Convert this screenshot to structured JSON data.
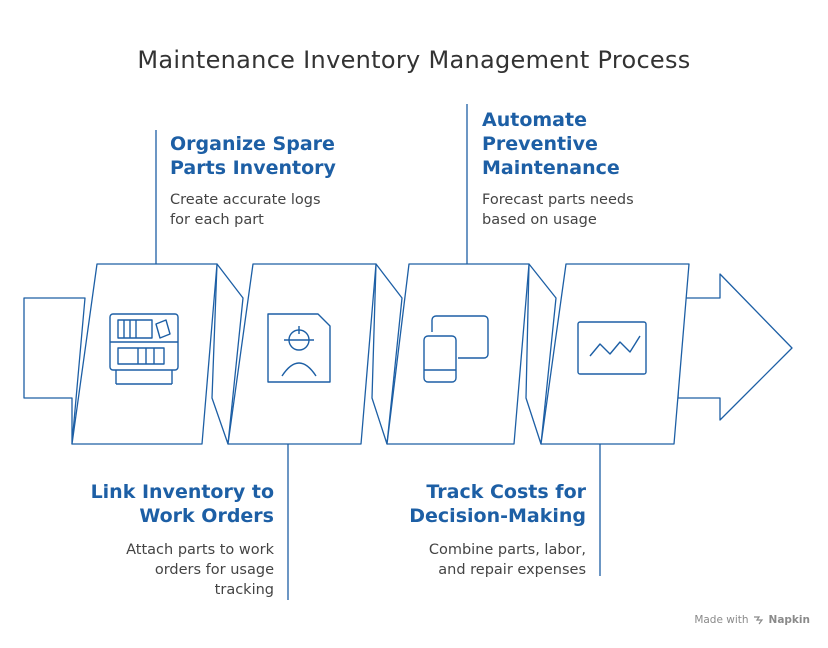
{
  "title": "Maintenance Inventory Management Process",
  "steps": [
    {
      "heading": "Organize Spare\nParts Inventory",
      "description": "Create accurate logs\nfor each part",
      "icon": "shelf-inventory-icon"
    },
    {
      "heading": "Link Inventory to\nWork Orders",
      "description": "Attach parts to work\norders for usage\ntracking",
      "icon": "worker-document-icon"
    },
    {
      "heading": "Automate\nPreventive\nMaintenance",
      "description": "Forecast parts needs\nbased on usage",
      "icon": "connected-devices-icon"
    },
    {
      "heading": "Track Costs for\nDecision-Making",
      "description": "Combine parts, labor,\nand repair expenses",
      "icon": "trend-chart-icon"
    }
  ],
  "watermark": {
    "prefix": "Made with",
    "brand": "Napkin"
  },
  "colors": {
    "heading": "#1d5fa5",
    "stroke": "#1d5fa5",
    "title": "#333333",
    "text": "#444444"
  }
}
